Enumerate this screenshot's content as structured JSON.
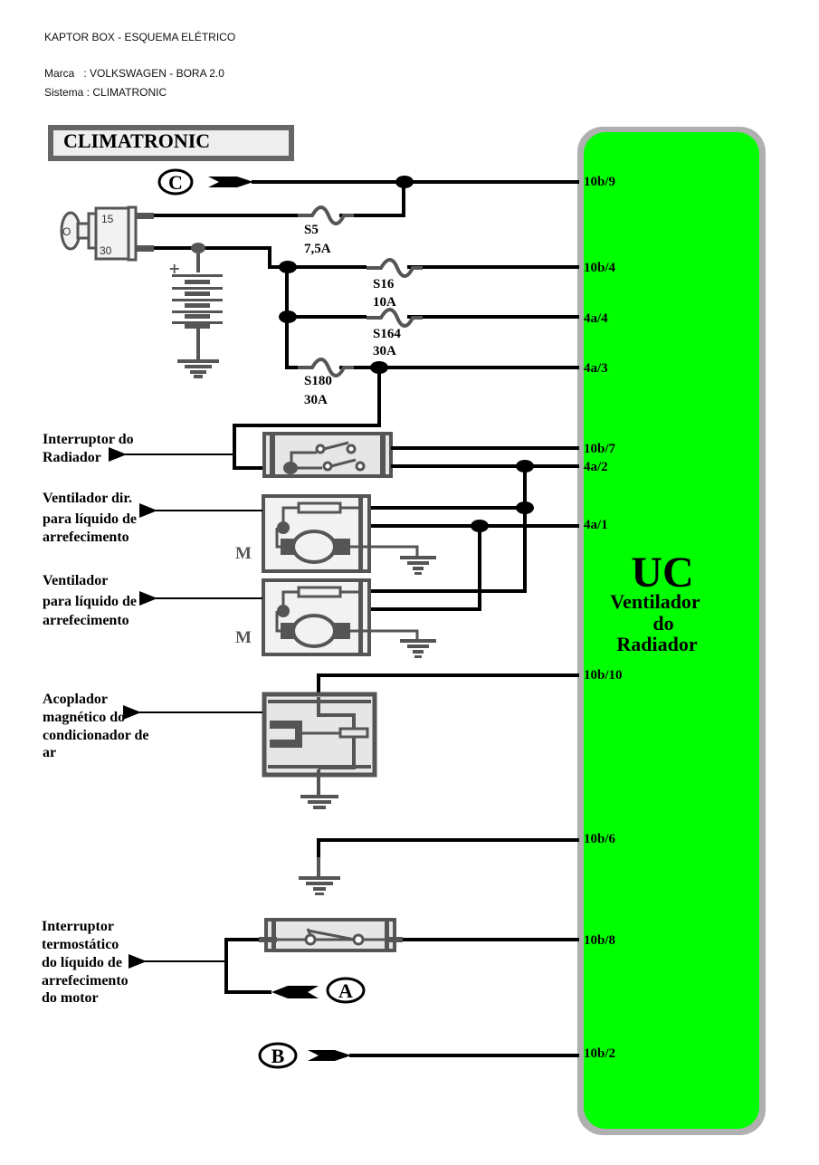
{
  "header": {
    "title": "KAPTOR BOX - ESQUEMA ELÉTRICO",
    "marca": "Marca   : VOLKSWAGEN - BORA 2.0",
    "sistema": "Sistema : CLIMATRONIC"
  },
  "diagram": {
    "title": "CLIMATRONIC",
    "colors": {
      "ecu_fill": "#00ff00",
      "ecu_border": "#b0b0b0",
      "component_gray": "#555555",
      "component_fill": "#e6e6e6",
      "wire": "#000000"
    },
    "ecu": {
      "line1": "UC",
      "line2": "Ventilador",
      "line3": "do",
      "line4": "Radiador"
    },
    "connectors": {
      "c": "C",
      "a": "A",
      "b": "B"
    },
    "ignition": {
      "terminal_15": "15",
      "terminal_30": "30",
      "key_label": "O"
    },
    "battery": {
      "plus": "+"
    },
    "fuses": [
      {
        "name": "S5",
        "rating": "7,5A"
      },
      {
        "name": "S16",
        "rating": "10A"
      },
      {
        "name": "S164",
        "rating": "30A"
      },
      {
        "name": "S180",
        "rating": "30A"
      }
    ],
    "pins": [
      "10b/9",
      "10b/4",
      "4a/4",
      "4a/3",
      "10b/7",
      "4a/2",
      "4a/1",
      "10b/10",
      "10b/6",
      "10b/8",
      "10b/2"
    ],
    "components": {
      "radiator_switch": [
        "Interruptor do",
        "Radiador"
      ],
      "fan_right": [
        "Ventilador dir.",
        "para líquido de",
        "arrefecimento"
      ],
      "fan": [
        "Ventilador",
        "para líquido de",
        "arrefecimento"
      ],
      "motor_label": "M",
      "ac_clutch": [
        "Acoplador",
        "magnético do",
        "condicionador de",
        "ar"
      ],
      "thermo_switch": [
        "Interruptor",
        "termostático",
        "do líquido de",
        "arrefecimento",
        "do motor"
      ]
    }
  }
}
